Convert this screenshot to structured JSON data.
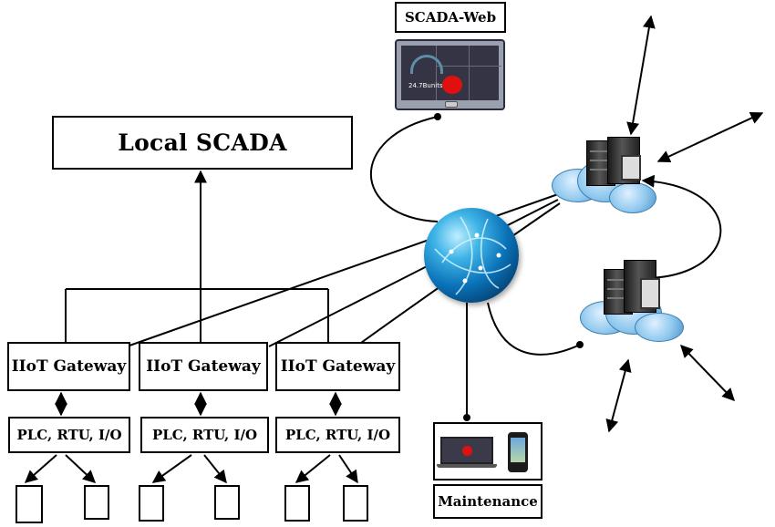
{
  "local_scada": {
    "label": "Local SCADA"
  },
  "gateways": [
    {
      "label": "IIoT Gateway"
    },
    {
      "label": "IIoT Gateway"
    },
    {
      "label": "IIoT Gateway"
    }
  ],
  "controllers": [
    {
      "label": "PLC, RTU, I/O"
    },
    {
      "label": "PLC, RTU, I/O"
    },
    {
      "label": "PLC, RTU, I/O"
    }
  ],
  "scada_web": {
    "label": "SCADA-Web",
    "gauge_text": "24.7Bunits"
  },
  "maintenance": {
    "label": "Maintenance"
  },
  "colors": {
    "line": "#000000",
    "globe": "#0a72b8",
    "cloud": "#8ec7ee",
    "alarm": "#e01010"
  }
}
